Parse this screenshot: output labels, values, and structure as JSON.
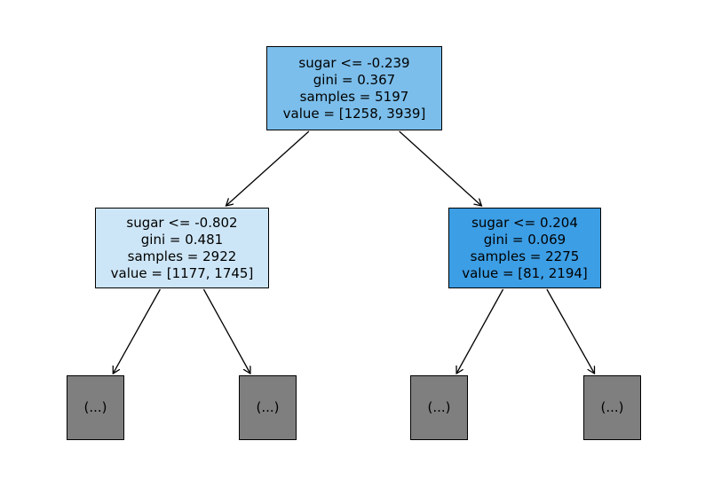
{
  "figure": {
    "background": "#ffffff",
    "kind": "decision-tree-plot"
  },
  "palette": {
    "root_fill": "#7bbeeb",
    "left_child_fill": "#cde6f7",
    "right_child_fill": "#3c9ee5",
    "leaf_fill": "#7f7f7f",
    "border": "#000000",
    "edge": "#000000",
    "text": "#000000"
  },
  "tree": {
    "nodes": [
      {
        "id": "root",
        "feature": "sugar",
        "threshold": -0.239,
        "gini": 0.367,
        "samples": 5197,
        "value": [
          1258,
          3939
        ],
        "lines": [
          "sugar <= -0.239",
          "gini = 0.367",
          "samples = 5197",
          "value = [1258, 3939]"
        ],
        "fill": "#7bbeeb"
      },
      {
        "id": "left-child",
        "feature": "sugar",
        "threshold": -0.802,
        "gini": 0.481,
        "samples": 2922,
        "value": [
          1177,
          1745
        ],
        "lines": [
          "sugar <= -0.802",
          "gini = 0.481",
          "samples = 2922",
          "value = [1177, 1745]"
        ],
        "fill": "#cde6f7"
      },
      {
        "id": "right-child",
        "feature": "sugar",
        "threshold": 0.204,
        "gini": 0.069,
        "samples": 2275,
        "value": [
          81,
          2194
        ],
        "lines": [
          "sugar <= 0.204",
          "gini = 0.069",
          "samples = 2275",
          "value = [81, 2194]"
        ],
        "fill": "#3c9ee5"
      },
      {
        "id": "leaf-1",
        "label": "(...)",
        "fill": "#7f7f7f"
      },
      {
        "id": "leaf-2",
        "label": "(...)",
        "fill": "#7f7f7f"
      },
      {
        "id": "leaf-3",
        "label": "(...)",
        "fill": "#7f7f7f"
      },
      {
        "id": "leaf-4",
        "label": "(...)",
        "fill": "#7f7f7f"
      }
    ],
    "edges": [
      {
        "from": "root",
        "to": "left-child"
      },
      {
        "from": "root",
        "to": "right-child"
      },
      {
        "from": "left-child",
        "to": "leaf-1"
      },
      {
        "from": "left-child",
        "to": "leaf-2"
      },
      {
        "from": "right-child",
        "to": "leaf-3"
      },
      {
        "from": "right-child",
        "to": "leaf-4"
      }
    ]
  }
}
